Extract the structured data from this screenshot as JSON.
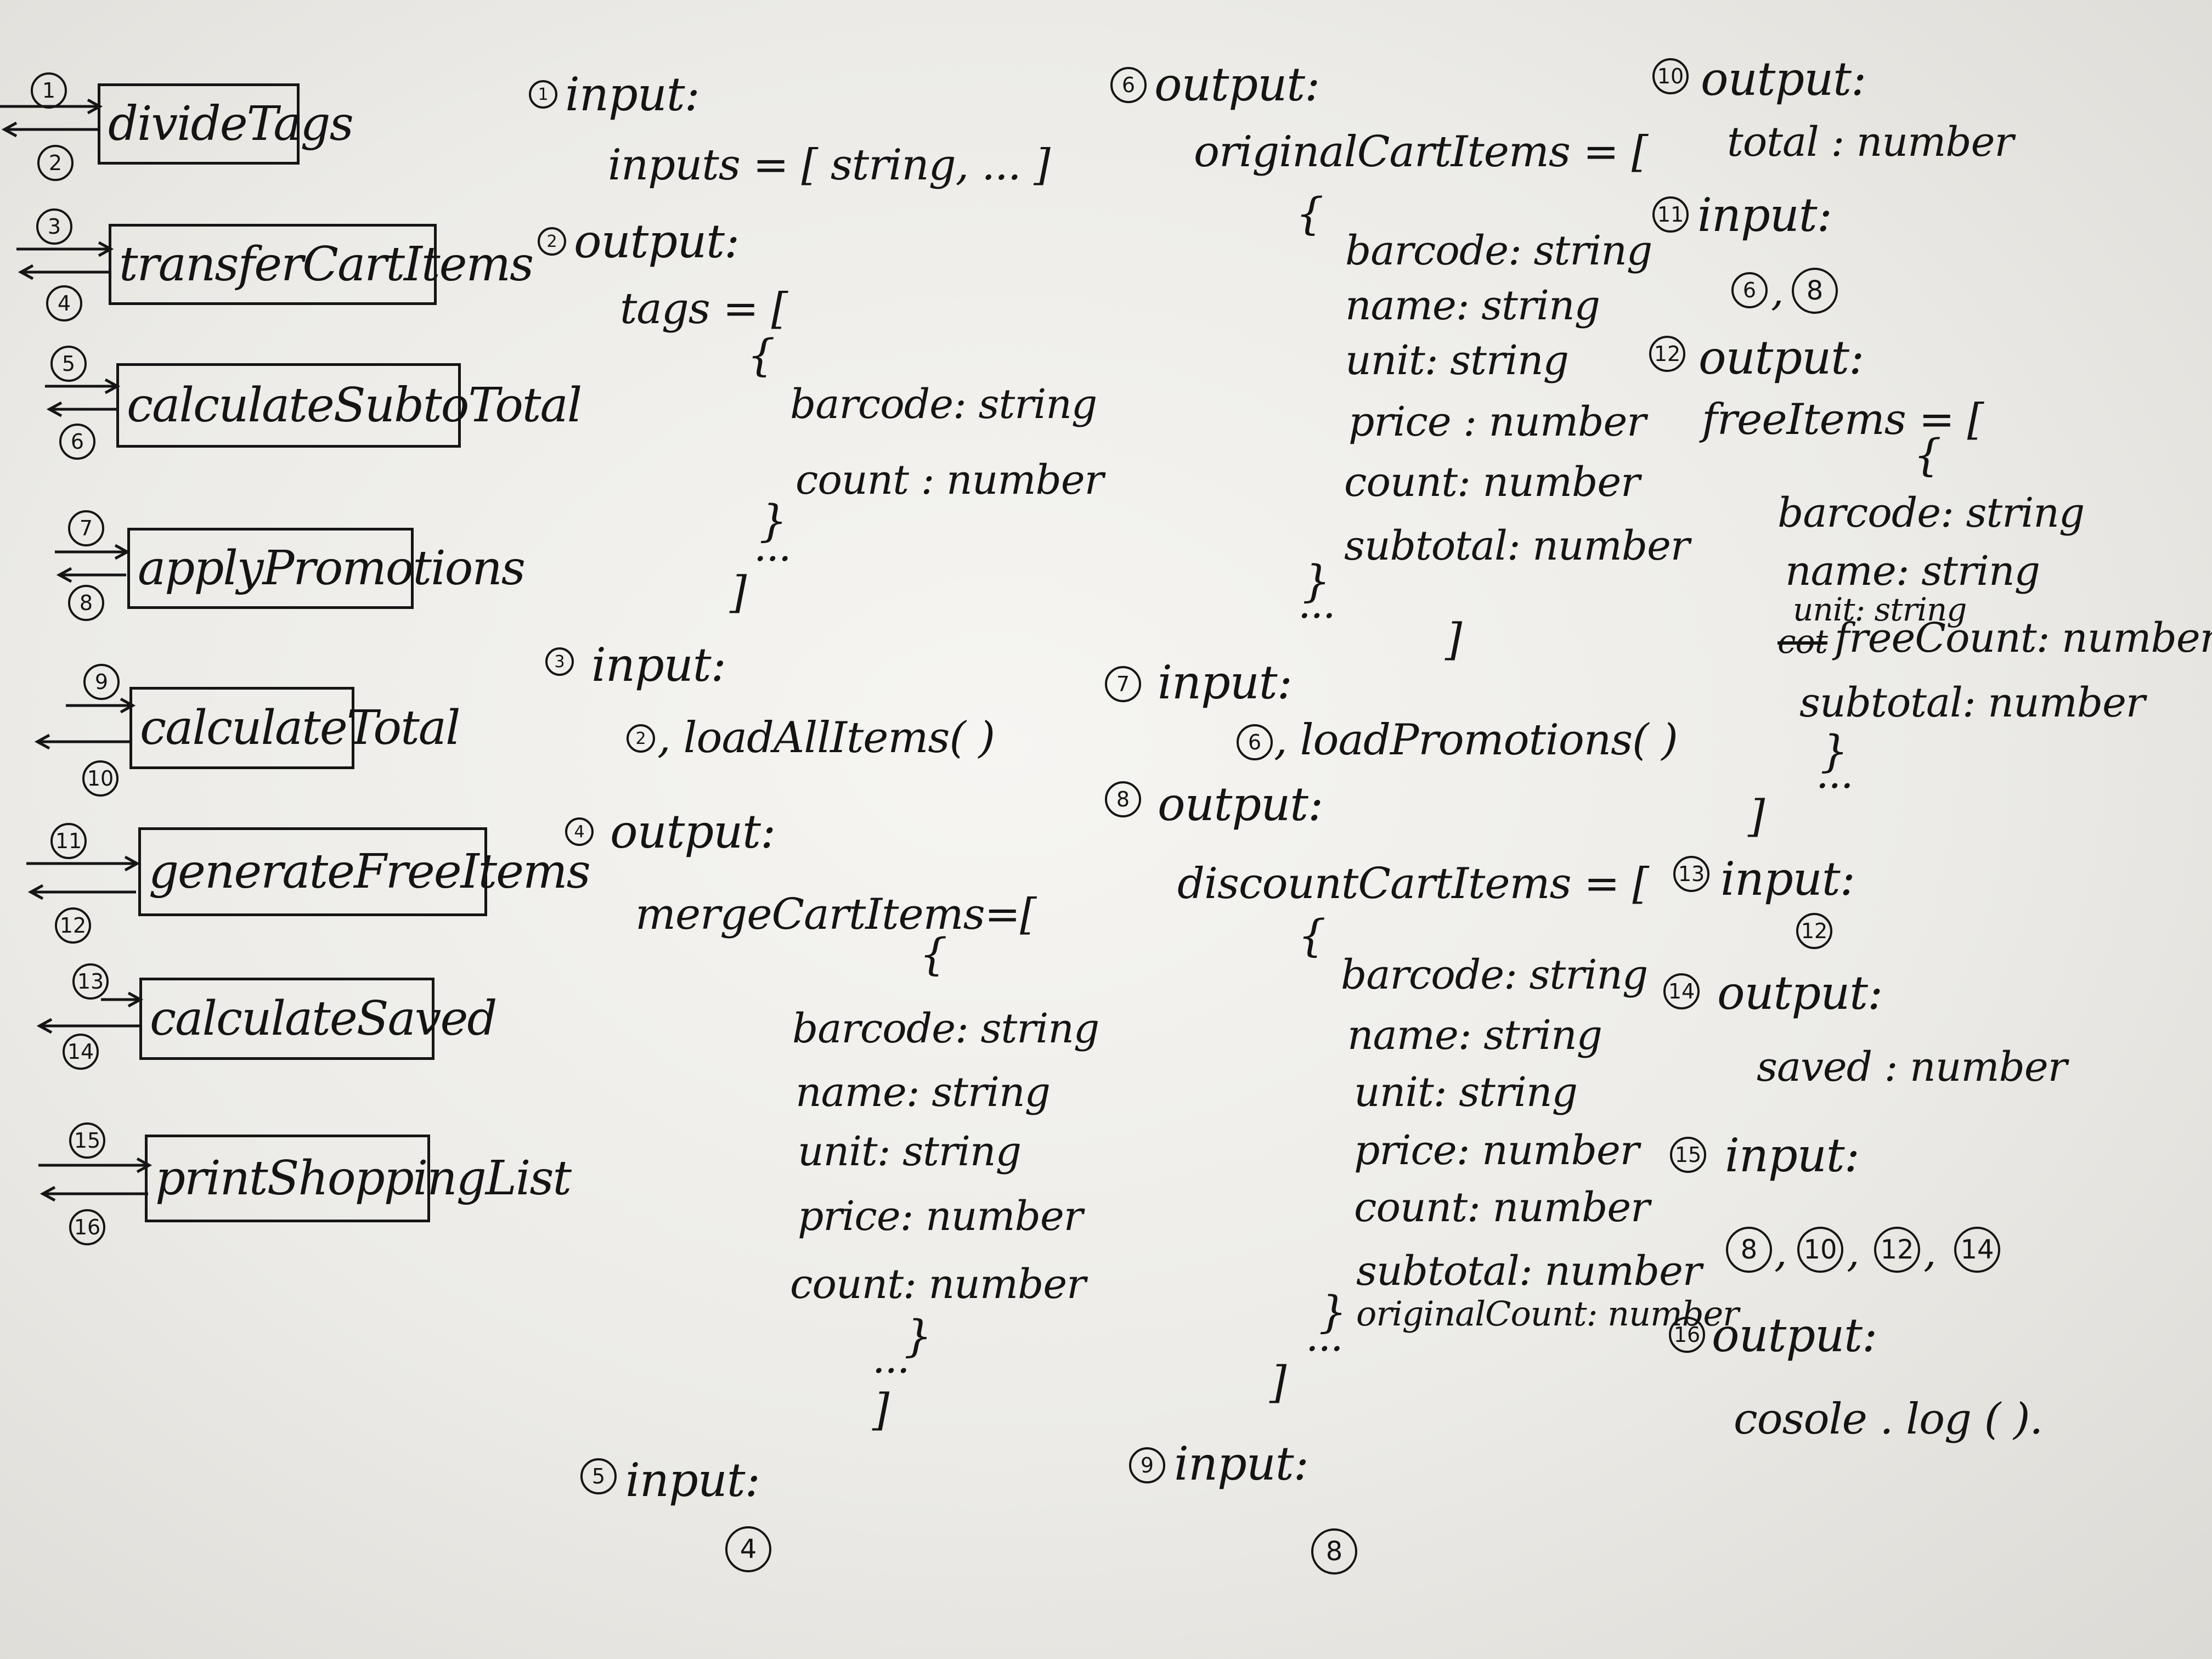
{
  "functions": [
    {
      "label": "divideTags",
      "in": "1",
      "out": "2"
    },
    {
      "label": "transferCartItems",
      "in": "3",
      "out": "4"
    },
    {
      "label": "calculateSubtoTotal",
      "in": "5",
      "out": "6"
    },
    {
      "label": "applyPromotions",
      "in": "7",
      "out": "8"
    },
    {
      "label": "calculateTotal",
      "in": "9",
      "out": "10"
    },
    {
      "label": "generateFreeItems",
      "in": "11",
      "out": "12"
    },
    {
      "label": "calculateSaved",
      "in": "13",
      "out": "14"
    },
    {
      "label": "printShoppingList",
      "in": "15",
      "out": "16"
    }
  ],
  "col1": {
    "s1": {
      "num": "1",
      "title": "input:",
      "line": "inputs = [ string, ... ]"
    },
    "s2": {
      "num": "2",
      "title": "output:",
      "head": "tags = [",
      "open": "{",
      "fields": [
        "barcode: string",
        "count : number"
      ],
      "close": "}",
      "dots": "...",
      "end": "]"
    },
    "s3": {
      "num": "3",
      "title": "input:",
      "ref": "2",
      "line": ", loadAllItems( )"
    },
    "s4": {
      "num": "4",
      "title": "output:",
      "head": "mergeCartItems=[",
      "open": "{",
      "fields": [
        "barcode: string",
        "name: string",
        "unit: string",
        "price: number",
        "count: number"
      ],
      "close": "}",
      "dots": "...",
      "end": "]"
    },
    "s5": {
      "num": "5",
      "title": "input:",
      "ref": "4"
    }
  },
  "col2": {
    "s6": {
      "num": "6",
      "title": "output:",
      "head": "originalCartItems = [",
      "open": "{",
      "fields": [
        "barcode: string",
        "name: string",
        "unit: string",
        "price : number",
        "count: number",
        "subtotal: number"
      ],
      "close": "}",
      "dots": "...",
      "end": "]"
    },
    "s7": {
      "num": "7",
      "title": "input:",
      "ref": "6",
      "line": ", loadPromotions( )"
    },
    "s8": {
      "num": "8",
      "title": "output:",
      "head": "discountCartItems = [",
      "open": "{",
      "fields": [
        "barcode: string",
        "name: string",
        "unit: string",
        "price: number",
        "count: number",
        "subtotal: number",
        "originalCount: number"
      ],
      "close": "}",
      "dots": "...",
      "end": "]"
    },
    "s9": {
      "num": "9",
      "title": "input:",
      "ref": "8"
    }
  },
  "col3": {
    "s10": {
      "num": "10",
      "title": "output:",
      "line": "total : number"
    },
    "s11": {
      "num": "11",
      "title": "input:",
      "refs": [
        "6",
        "8"
      ]
    },
    "s12": {
      "num": "12",
      "title": "output:",
      "head": "freeItems = [",
      "open": "{",
      "fields": [
        "barcode: string",
        "name: string",
        "unit: string",
        "freeCount: number",
        "subtotal: number"
      ],
      "strike": "cot",
      "close": "}",
      "dots": "...",
      "end": "]"
    },
    "s13": {
      "num": "13",
      "title": "input:",
      "ref": "12"
    },
    "s14": {
      "num": "14",
      "title": "output:",
      "line": "saved : number"
    },
    "s15": {
      "num": "15",
      "title": "input:",
      "refs": [
        "8",
        "10",
        "12",
        "14"
      ]
    },
    "s16": {
      "num": "16",
      "title": "output:",
      "line": "cosole . log ( )."
    }
  }
}
